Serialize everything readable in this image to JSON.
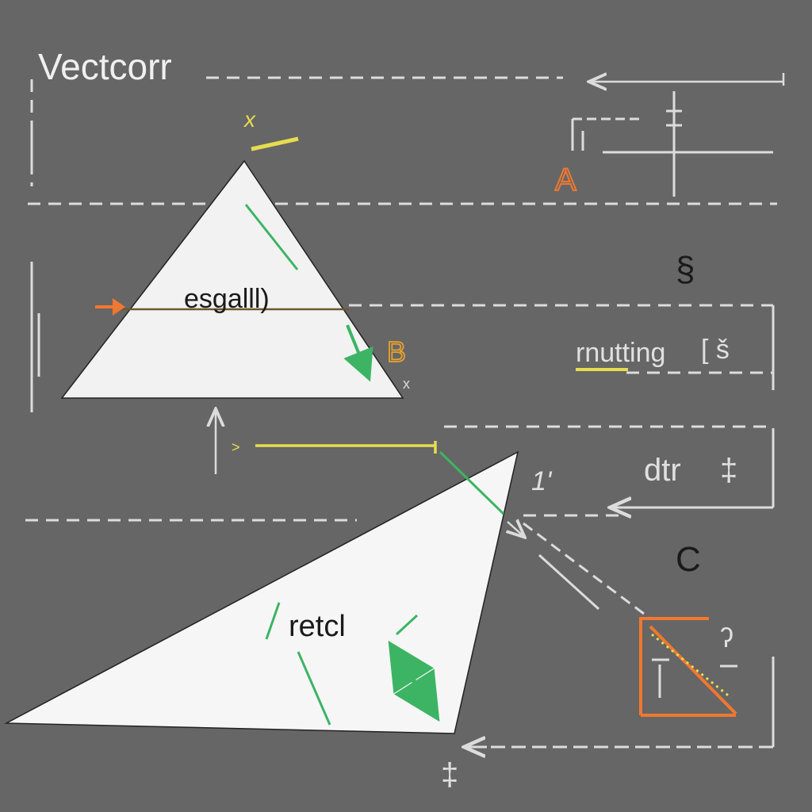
{
  "title": "Vectcorr",
  "labels": {
    "top_small": "x",
    "point_a": "A",
    "section": "§",
    "center_label": "esgalll)",
    "point_b": "B",
    "small_x": "x",
    "right_label_1": "rnutting",
    "bracket_mark": "[ š",
    "right_label_2": "dtr",
    "stack_mark_1": "‡",
    "mid_mark": "1'",
    "point_c": "C",
    "lower_label": "retcl",
    "corner_mark": "ʔ",
    "bottom_mark": "‡",
    "cursor_mark": ">"
  },
  "colors": {
    "background": "#666666",
    "ink": "#dcdcdc",
    "yellow": "#e6dc50",
    "orange": "#f07830",
    "green": "#3cb464",
    "shape_fill": "#f2f2f2",
    "dark_text": "#1a1a1a"
  }
}
